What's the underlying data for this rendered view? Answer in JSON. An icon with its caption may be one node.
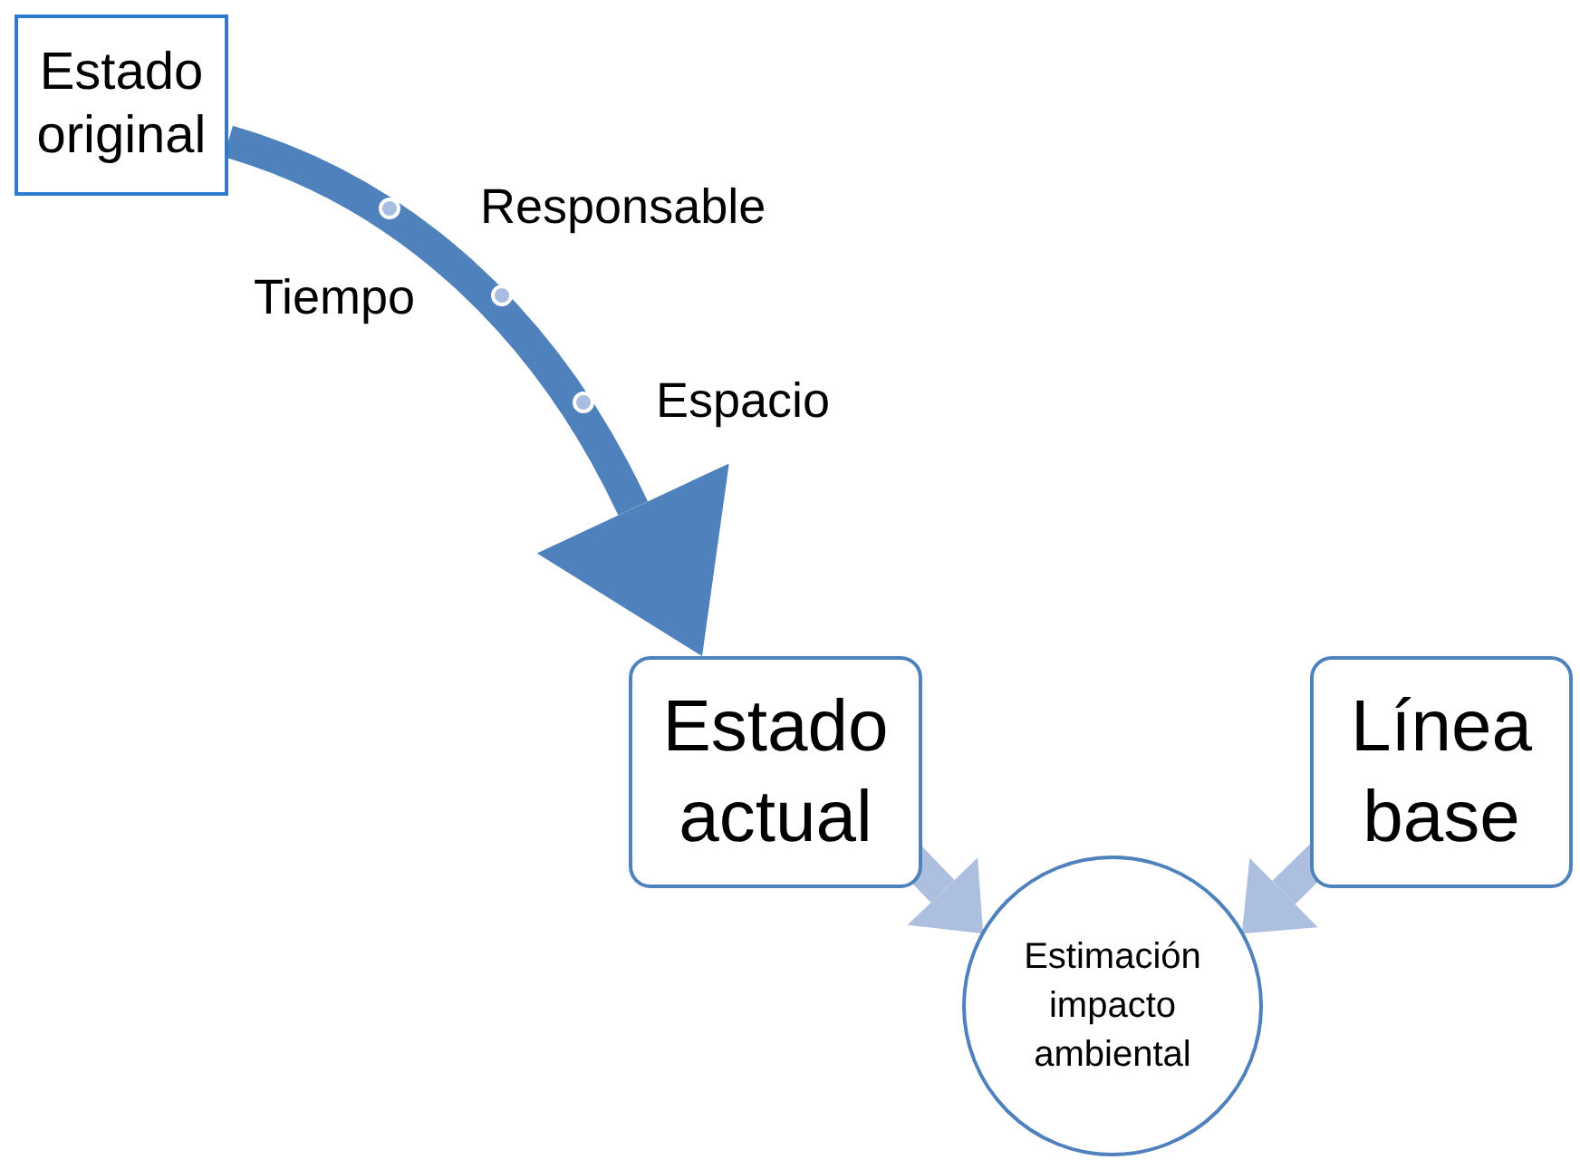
{
  "diagram": {
    "nodes": [
      {
        "text": [
          "Estado original"
        ]
      },
      {
        "text": [
          "Estado actual"
        ]
      },
      {
        "text": [
          "Línea base"
        ]
      },
      {
        "text": [
          "Estimación impacto ambiental"
        ]
      }
    ],
    "edges": [
      {
        "from": 0,
        "to": 1,
        "arrow": "to",
        "color": "#4f81bd"
      },
      {
        "from": 1,
        "to": 3,
        "arrow": "to",
        "color": "#adbfdf"
      },
      {
        "from": 2,
        "to": 3,
        "arrow": "to",
        "color": "#adbfdf"
      }
    ],
    "labels": [
      "Responsable",
      "Tiempo",
      "Espacio"
    ]
  }
}
